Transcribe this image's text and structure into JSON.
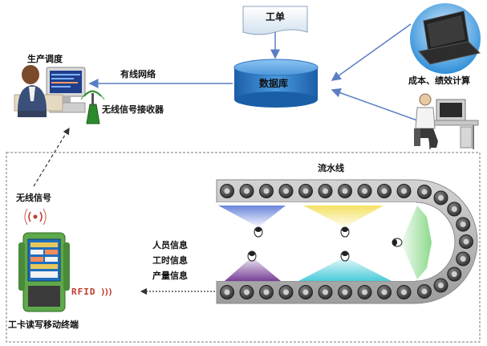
{
  "labels": {
    "scheduling": "生产调度",
    "wired_network": "有线网络",
    "wireless_receiver": "无线信号接收器",
    "work_order": "工单",
    "database": "数据库",
    "cost_performance": "成本、绩效计算",
    "assembly_line": "流水线",
    "wireless_signal": "无线信号",
    "personnel_info": "人员信息",
    "hours_info": "工时信息",
    "output_info": "产量信息",
    "rfid": "RFID",
    "terminal": "工卡读写移动终端"
  },
  "colors": {
    "arrow_blue": "#5b7fc4",
    "db_blue": "#2c79c6",
    "workorder_bg": "#e6eef6",
    "belt_gray": "#b9b9b9",
    "roller_dark": "#3f3f3f",
    "beam_blue": "#4f6fd6",
    "beam_yellow": "#f3de52",
    "beam_green": "#7fd67f",
    "beam_purple": "#6a2c8c",
    "beam_cyan": "#36c6d6",
    "rfid_red": "#c0392b"
  },
  "icons": [
    "operator-computer-icon",
    "wireless-receiver-icon",
    "laptop-icon",
    "desk-worker-icon",
    "database-cylinder-icon",
    "work-order-document-icon",
    "rfid-handheld-terminal-icon",
    "worker-head-icon",
    "signal-waves-icon"
  ]
}
